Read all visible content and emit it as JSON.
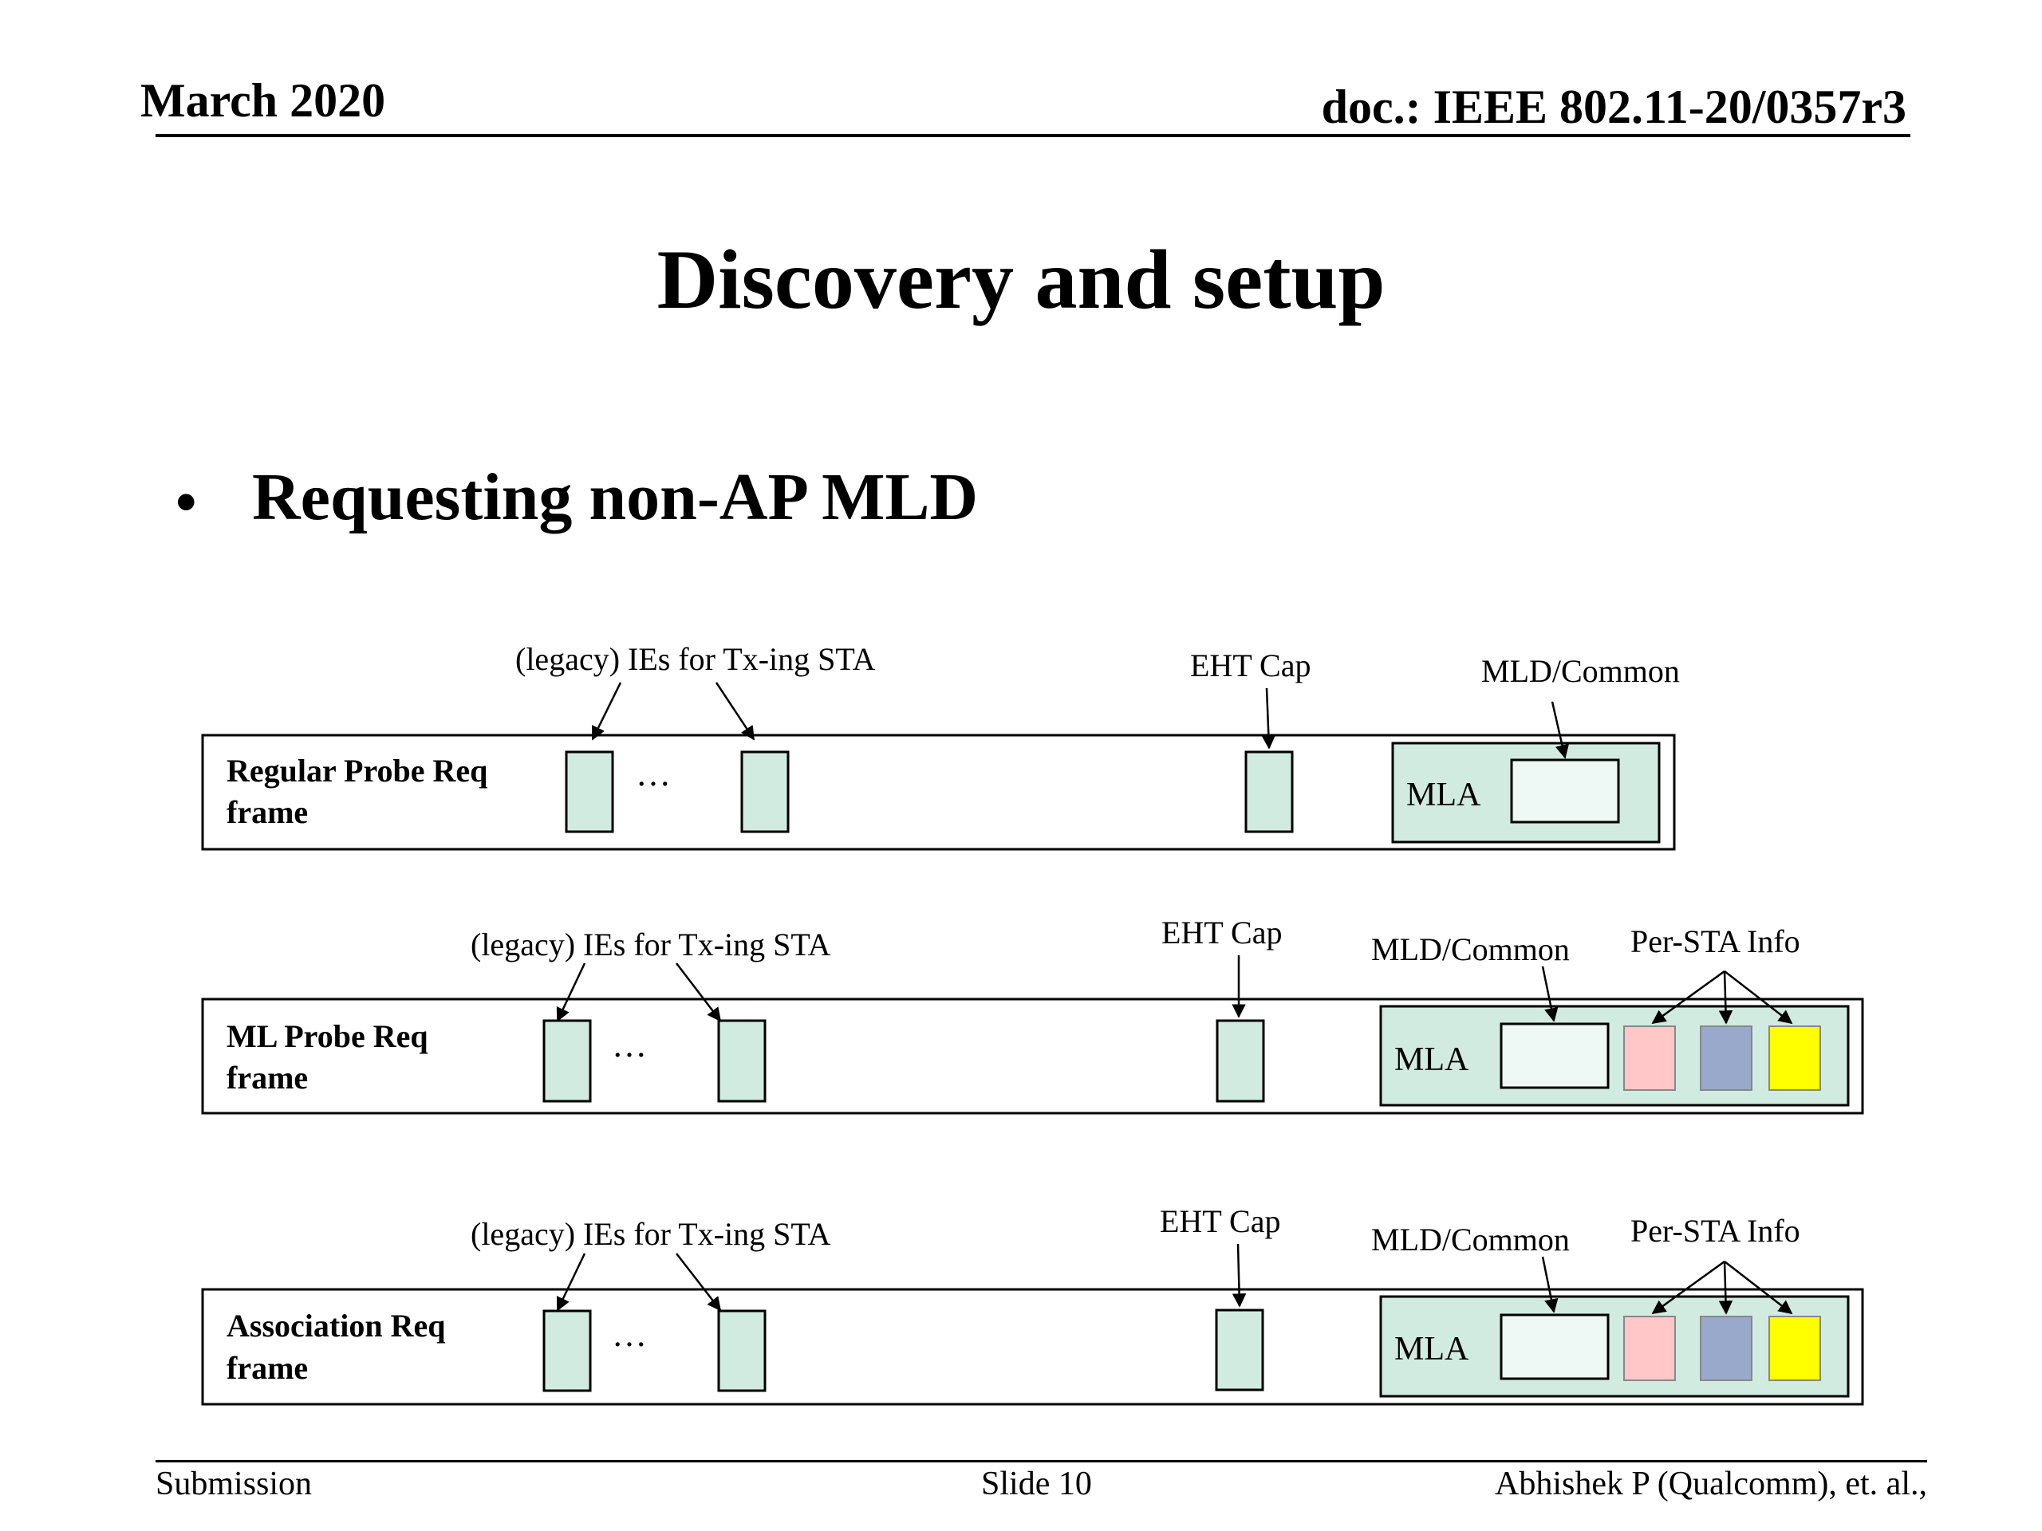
{
  "header": {
    "date": "March 2020",
    "doc": "doc.: IEEE 802.11-20/0357r3"
  },
  "title": "Discovery and setup",
  "bullet": "Requesting non-AP MLD",
  "colors": {
    "element_fill": "#d2ebe0",
    "common_fill": "#eef8f4",
    "sta_pink": "#ffc7c8",
    "sta_blue": "#99a9cb",
    "sta_yellow": "#ffff00"
  },
  "frames": [
    {
      "name_line1": "Regular Probe Req",
      "name_line2": "frame",
      "legacy_label": "(legacy) IEs for Tx-ing STA",
      "ellipsis": "…",
      "eht_label": "EHT Cap",
      "common_label": "MLD/Common",
      "mla_label": "MLA"
    },
    {
      "name_line1": "ML Probe Req",
      "name_line2": "frame",
      "legacy_label": "(legacy) IEs for Tx-ing STA",
      "ellipsis": "…",
      "eht_label": "EHT Cap",
      "common_label": "MLD/Common",
      "persta_label": "Per-STA Info",
      "mla_label": "MLA"
    },
    {
      "name_line1": "Association Req",
      "name_line2": "frame",
      "legacy_label": "(legacy) IEs for Tx-ing STA",
      "ellipsis": "…",
      "eht_label": "EHT Cap",
      "common_label": "MLD/Common",
      "persta_label": "Per-STA Info",
      "mla_label": "MLA"
    }
  ],
  "footer": {
    "left": "Submission",
    "center": "Slide 10",
    "right": "Abhishek P (Qualcomm), et. al.,"
  }
}
